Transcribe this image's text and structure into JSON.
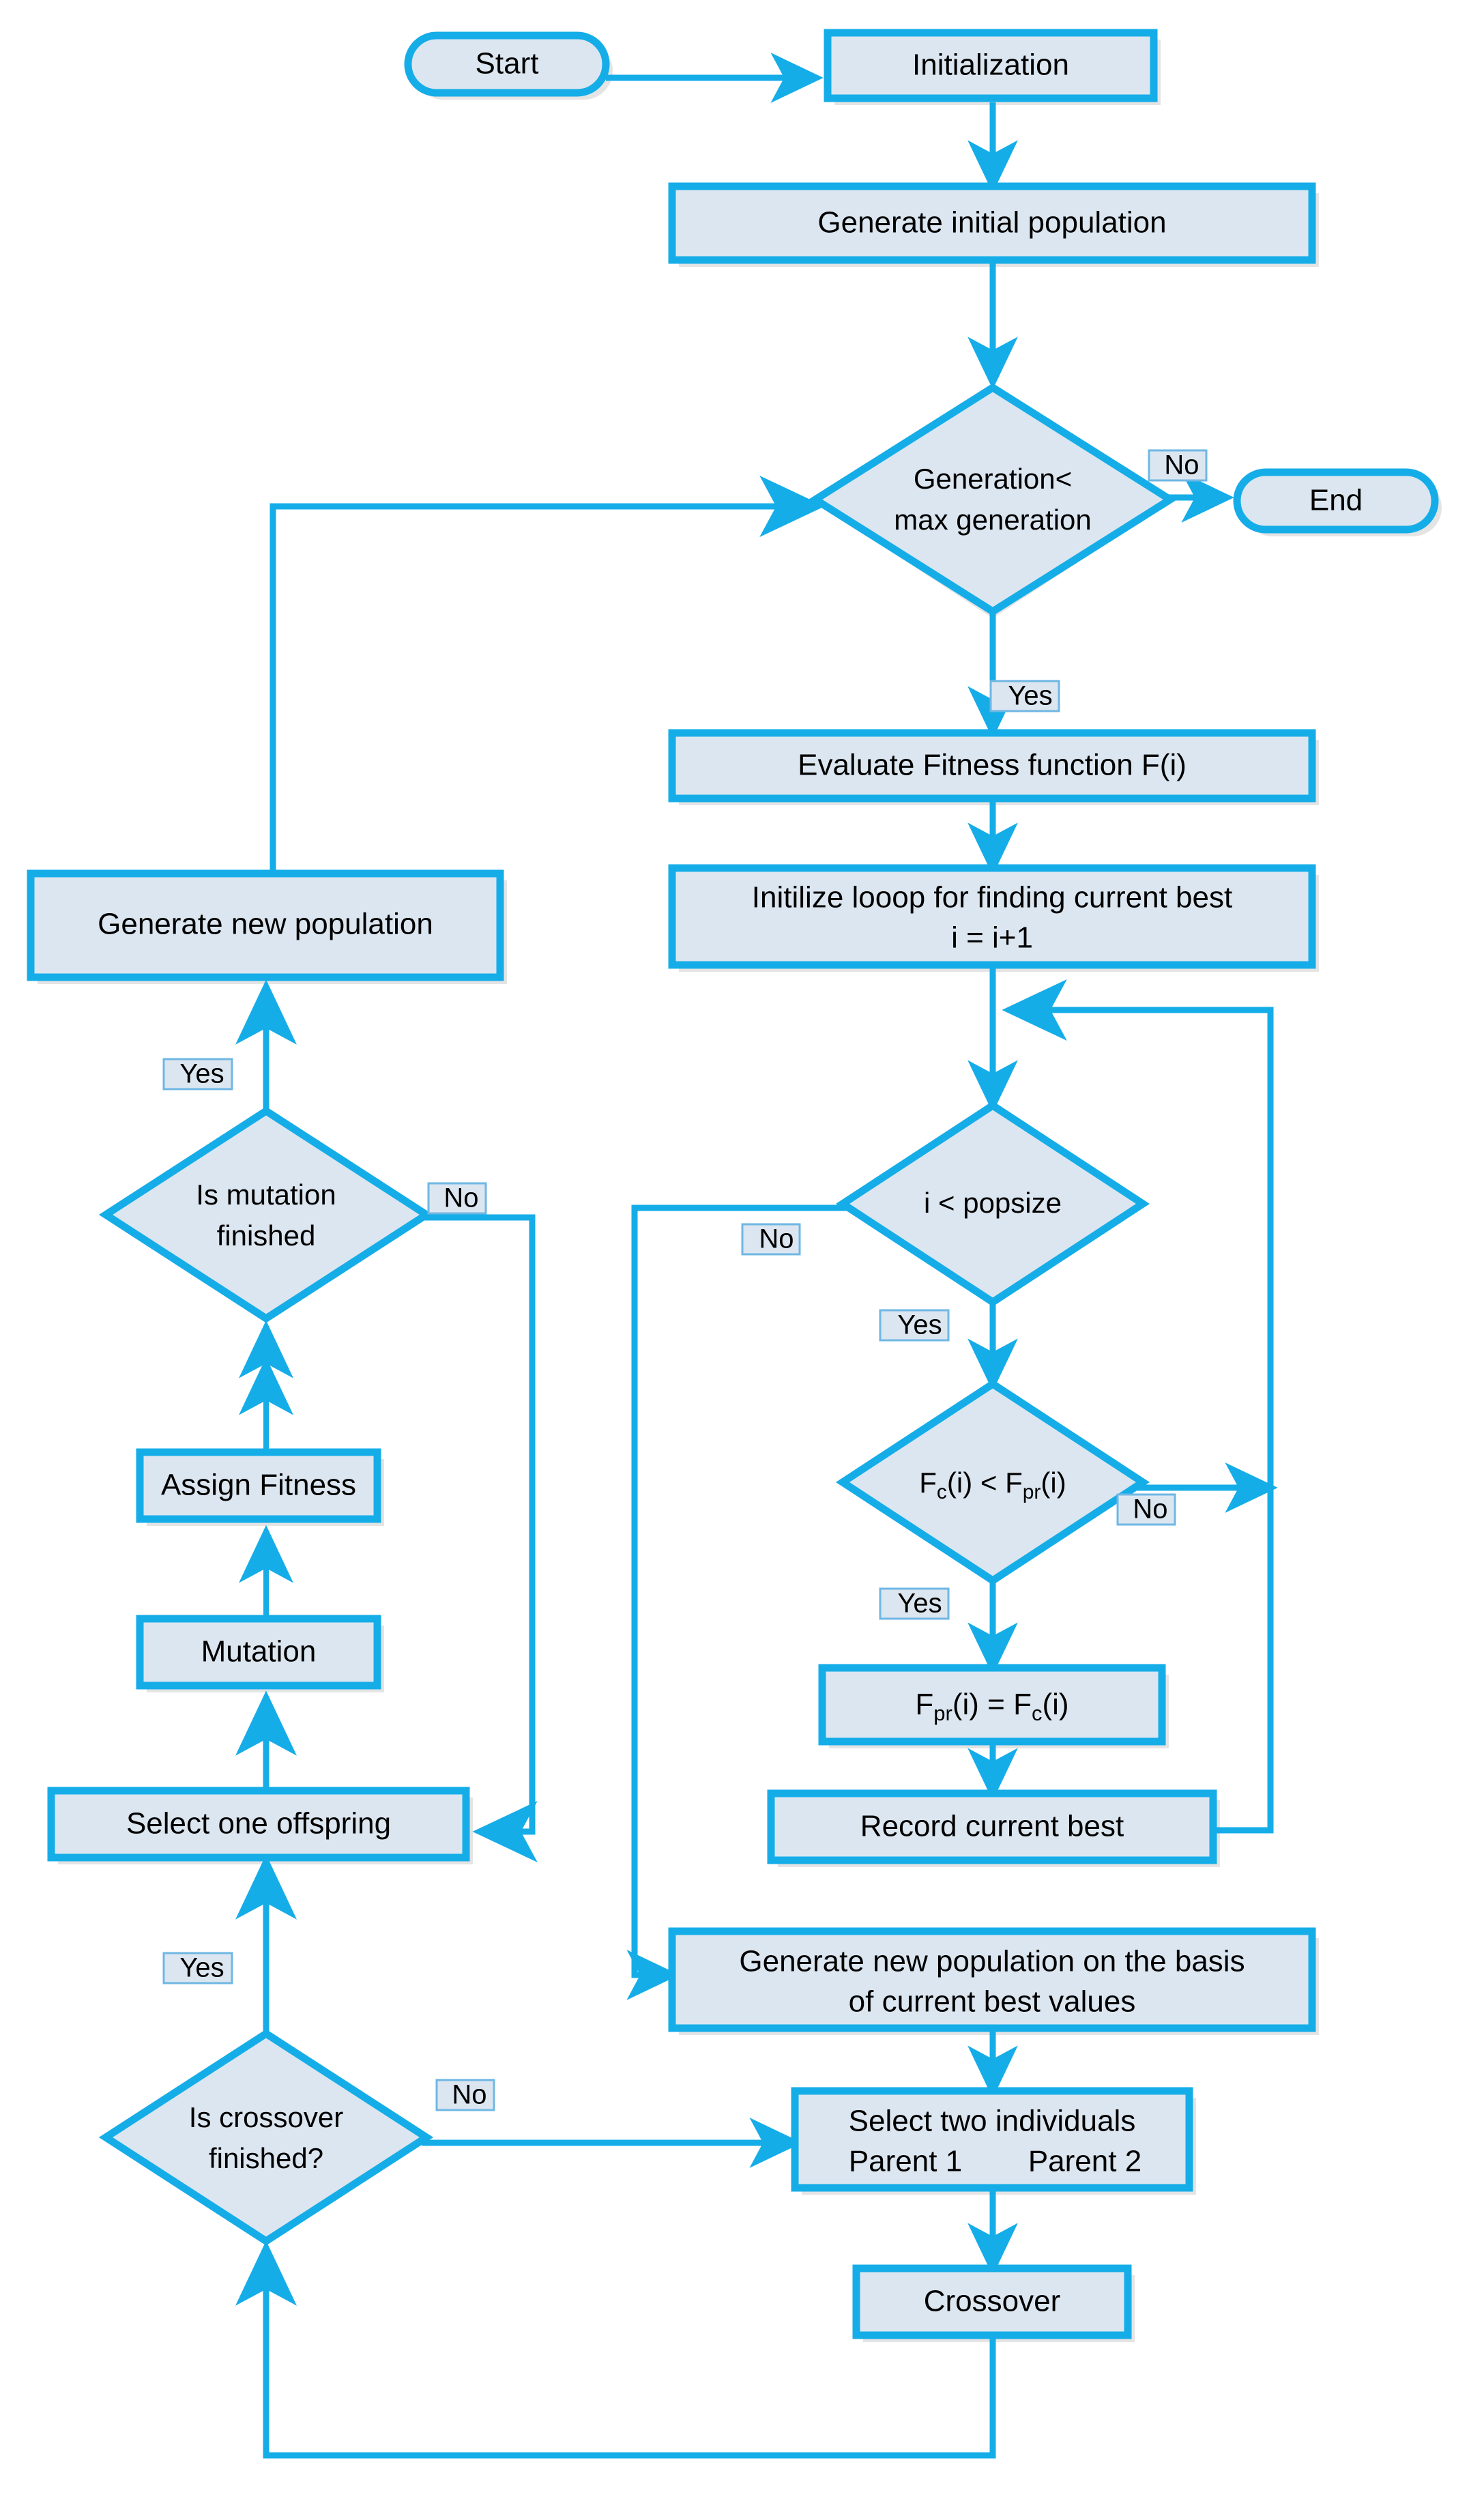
{
  "diagram": {
    "title": "Genetic Algorithm Flowchart",
    "colors": {
      "stroke": "#15ADE8",
      "fill": "#DCE6F0",
      "shadow": "#E2E2E2",
      "text": "#000000",
      "label_fill": "#DCE6F0",
      "label_stroke": "#6FB7E3",
      "background": "#FFFFFF"
    },
    "nodes": {
      "start": {
        "text": "Start",
        "shape": "terminator"
      },
      "initialization": {
        "text": "Initialization",
        "shape": "process"
      },
      "generate_initial_population": {
        "text": "Generate initial population",
        "shape": "process"
      },
      "generation_check": {
        "line1": "Generation<",
        "line2": "max generation",
        "shape": "decision"
      },
      "end": {
        "text": "End",
        "shape": "terminator"
      },
      "evaluate_fitness": {
        "text": "Evaluate Fitness function F(i)",
        "shape": "process"
      },
      "init_loop": {
        "line1": "Initilize looop for finding current best",
        "line2": "i = i+1",
        "shape": "process"
      },
      "i_lt_popsize": {
        "text": "i < popsize",
        "shape": "decision"
      },
      "fc_lt_fpr": {
        "pre": "F",
        "sub1": "c",
        "mid": "(i) < F",
        "sub2": "pr",
        "post": "(i)",
        "shape": "decision"
      },
      "fpr_assign": {
        "pre": "F",
        "sub1": "pr",
        "mid": "(i) = F",
        "sub2": "c",
        "post": "(i)",
        "shape": "process"
      },
      "record_current_best": {
        "text": "Record current best",
        "shape": "process"
      },
      "generate_new_pop_basis": {
        "line1": "Generate new population on the basis",
        "line2": "of current best values",
        "shape": "process"
      },
      "select_two_individuals": {
        "line1": "Select two individuals",
        "line2a": "Parent 1",
        "line2b": "Parent 2",
        "shape": "process"
      },
      "crossover": {
        "text": "Crossover",
        "shape": "process"
      },
      "is_crossover_finished": {
        "line1": "Is crossover",
        "line2": "finished?",
        "shape": "decision"
      },
      "select_one_offspring": {
        "text": "Select one offspring",
        "shape": "process"
      },
      "mutation": {
        "text": "Mutation",
        "shape": "process"
      },
      "assign_fitness": {
        "text": "Assign Fitness",
        "shape": "process"
      },
      "is_mutation_finished": {
        "line1": "Is mutation",
        "line2": "finished",
        "shape": "decision"
      },
      "generate_new_population": {
        "text": "Generate new population",
        "shape": "process"
      }
    },
    "edge_labels": {
      "generation_no": "No",
      "generation_yes": "Yes",
      "popsize_no": "No",
      "popsize_yes": "Yes",
      "fc_no": "No",
      "fc_yes": "Yes",
      "crossover_no": "No",
      "crossover_yes": "Yes",
      "mutation_no": "No",
      "mutation_yes": "Yes"
    }
  }
}
